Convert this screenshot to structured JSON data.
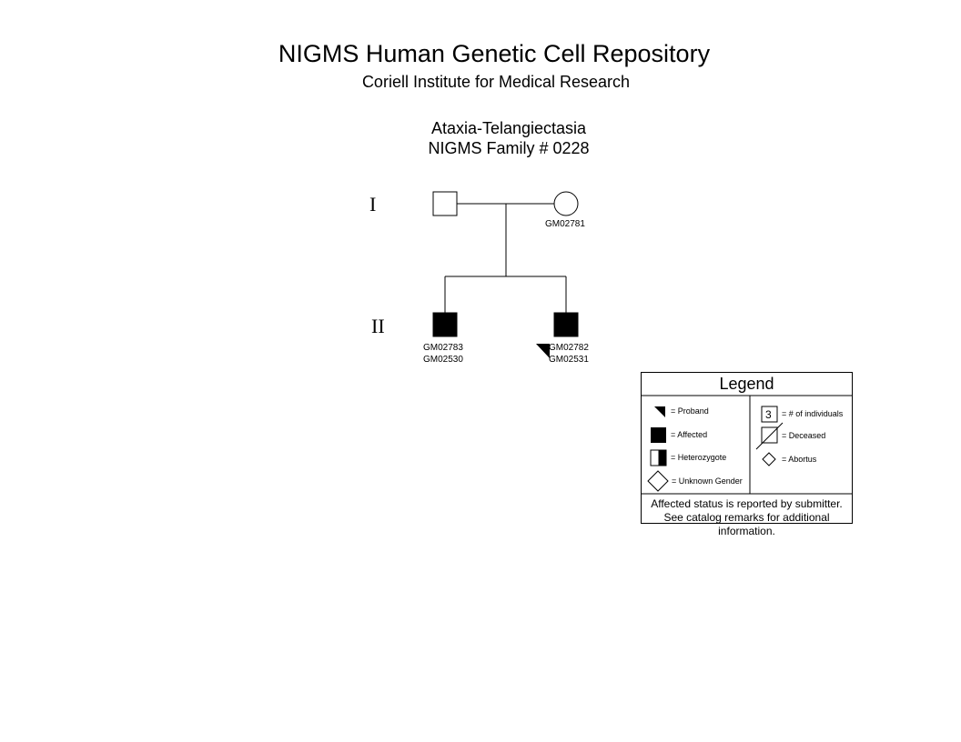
{
  "header": {
    "title": "NIGMS Human Genetic Cell Repository",
    "subtitle": "Coriell Institute for Medical Research"
  },
  "pedigree": {
    "disease": "Ataxia-Telangiectasia",
    "family": "NIGMS Family # 0228",
    "generations": [
      "I",
      "II"
    ],
    "individuals": {
      "father": {
        "ids": [],
        "affected": false
      },
      "mother": {
        "ids": [
          "GM02781"
        ],
        "affected": false
      },
      "son1": {
        "ids": [
          "GM02783",
          "GM02530"
        ],
        "affected": true
      },
      "son2": {
        "ids": [
          "GM02782",
          "GM02531"
        ],
        "affected": true,
        "proband": true
      }
    }
  },
  "legend": {
    "title": "Legend",
    "items": {
      "proband": "= Proband",
      "affected": "= Affected",
      "heterozygote": "= Heterozygote",
      "unknown_gender": "= Unknown Gender",
      "num_individuals": "= # of individuals",
      "num_individuals_example": "3",
      "deceased": "= Deceased",
      "abortus": "= Abortus"
    },
    "note": "Affected status is reported by submitter. See catalog remarks for additional information."
  }
}
